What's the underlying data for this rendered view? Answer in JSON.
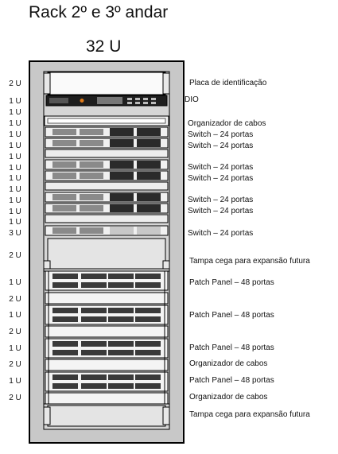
{
  "title": "Rack 2º e 3º andar",
  "subtitle": "32 U",
  "unit_labels": [
    "2 U",
    "1 U",
    "1 U",
    "1 U",
    "1 U",
    "1 U",
    "1 U",
    "1 U",
    "1 U",
    "1 U",
    "1 U",
    "1 U",
    "1 U",
    "3 U",
    "2 U",
    "1 U",
    "2 U",
    "1 U",
    "2 U",
    "1 U",
    "2 U",
    "1 U",
    "2 U"
  ],
  "device_labels": [
    "Placa de identificação",
    "DIO",
    "Organizador de cabos",
    "Switch – 24 portas",
    "Switch – 24 portas",
    "Switch – 24 portas",
    "Switch – 24 portas",
    "Switch – 24 portas",
    "Switch – 24 portas",
    "Switch – 24 portas",
    "Tampa cega para expansão futura",
    "Patch Panel – 48 portas",
    "Patch Panel – 48 portas",
    "Patch Panel – 48 portas",
    "Organizador de cabos",
    "Patch Panel – 48 portas",
    "Organizador de cabos",
    "Tampa cega para expansão futura"
  ],
  "colors": {
    "frame": "#c8c8c8",
    "outline": "#000000",
    "panel": "#f2f2f2",
    "port": "#3a3a3a",
    "accent": "#e07b1a"
  }
}
